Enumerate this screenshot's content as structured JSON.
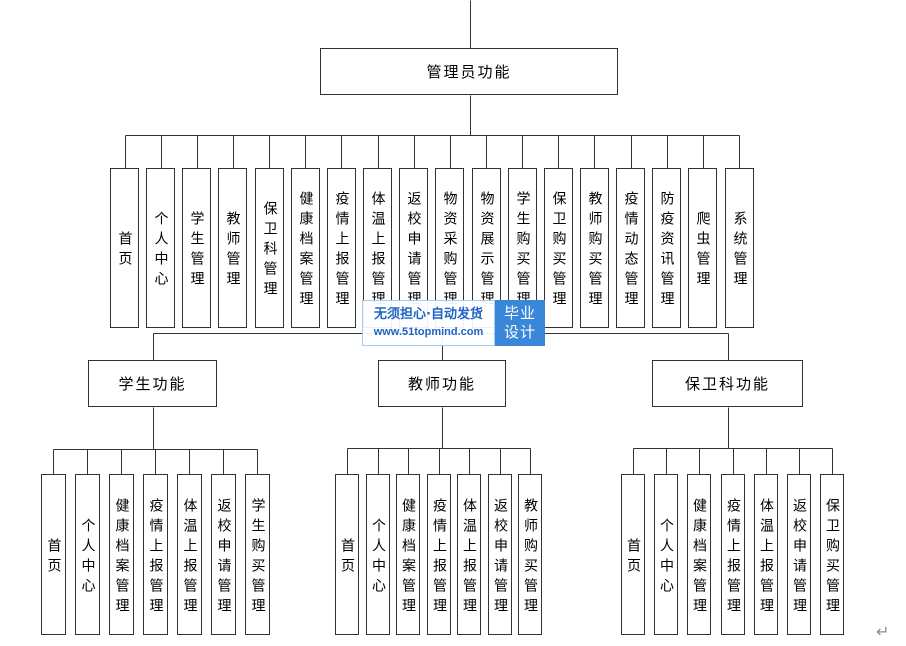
{
  "root": {
    "label": "管理员功能"
  },
  "admin_modules": [
    "首页",
    "个人中心",
    "学生管理",
    "教师管理",
    "保卫科管理",
    "健康档案管理",
    "疫情上报管理",
    "体温上报管理",
    "返校申请管理",
    "物资采购管理",
    "物资展示管理",
    "学生购买管理",
    "保卫购买管理",
    "教师购买管理",
    "疫情动态管理",
    "防疫资讯管理",
    "爬虫管理",
    "系统管理"
  ],
  "roles": [
    {
      "label": "学生功能",
      "modules": [
        "首页",
        "个人中心",
        "健康档案管理",
        "疫情上报管理",
        "体温上报管理",
        "返校申请管理",
        "学生购买管理"
      ]
    },
    {
      "label": "教师功能",
      "modules": [
        "首页",
        "个人中心",
        "健康档案管理",
        "疫情上报管理",
        "体温上报管理",
        "返校申请管理",
        "教师购买管理"
      ]
    },
    {
      "label": "保卫科功能",
      "modules": [
        "首页",
        "个人中心",
        "健康档案管理",
        "疫情上报管理",
        "体温上报管理",
        "返校申请管理",
        "保卫购买管理"
      ]
    }
  ],
  "watermark": {
    "slogan": "无须担心·自动发货",
    "url": "www.51topmind.com",
    "badge_top": "毕业",
    "badge_bottom": "设计"
  },
  "paragraph_mark": "↵",
  "colors": {
    "line": "#333333",
    "box_border": "#333333",
    "text": "#000000",
    "watermark_text": "#1f63c6",
    "watermark_badge": "#3a86d8"
  }
}
